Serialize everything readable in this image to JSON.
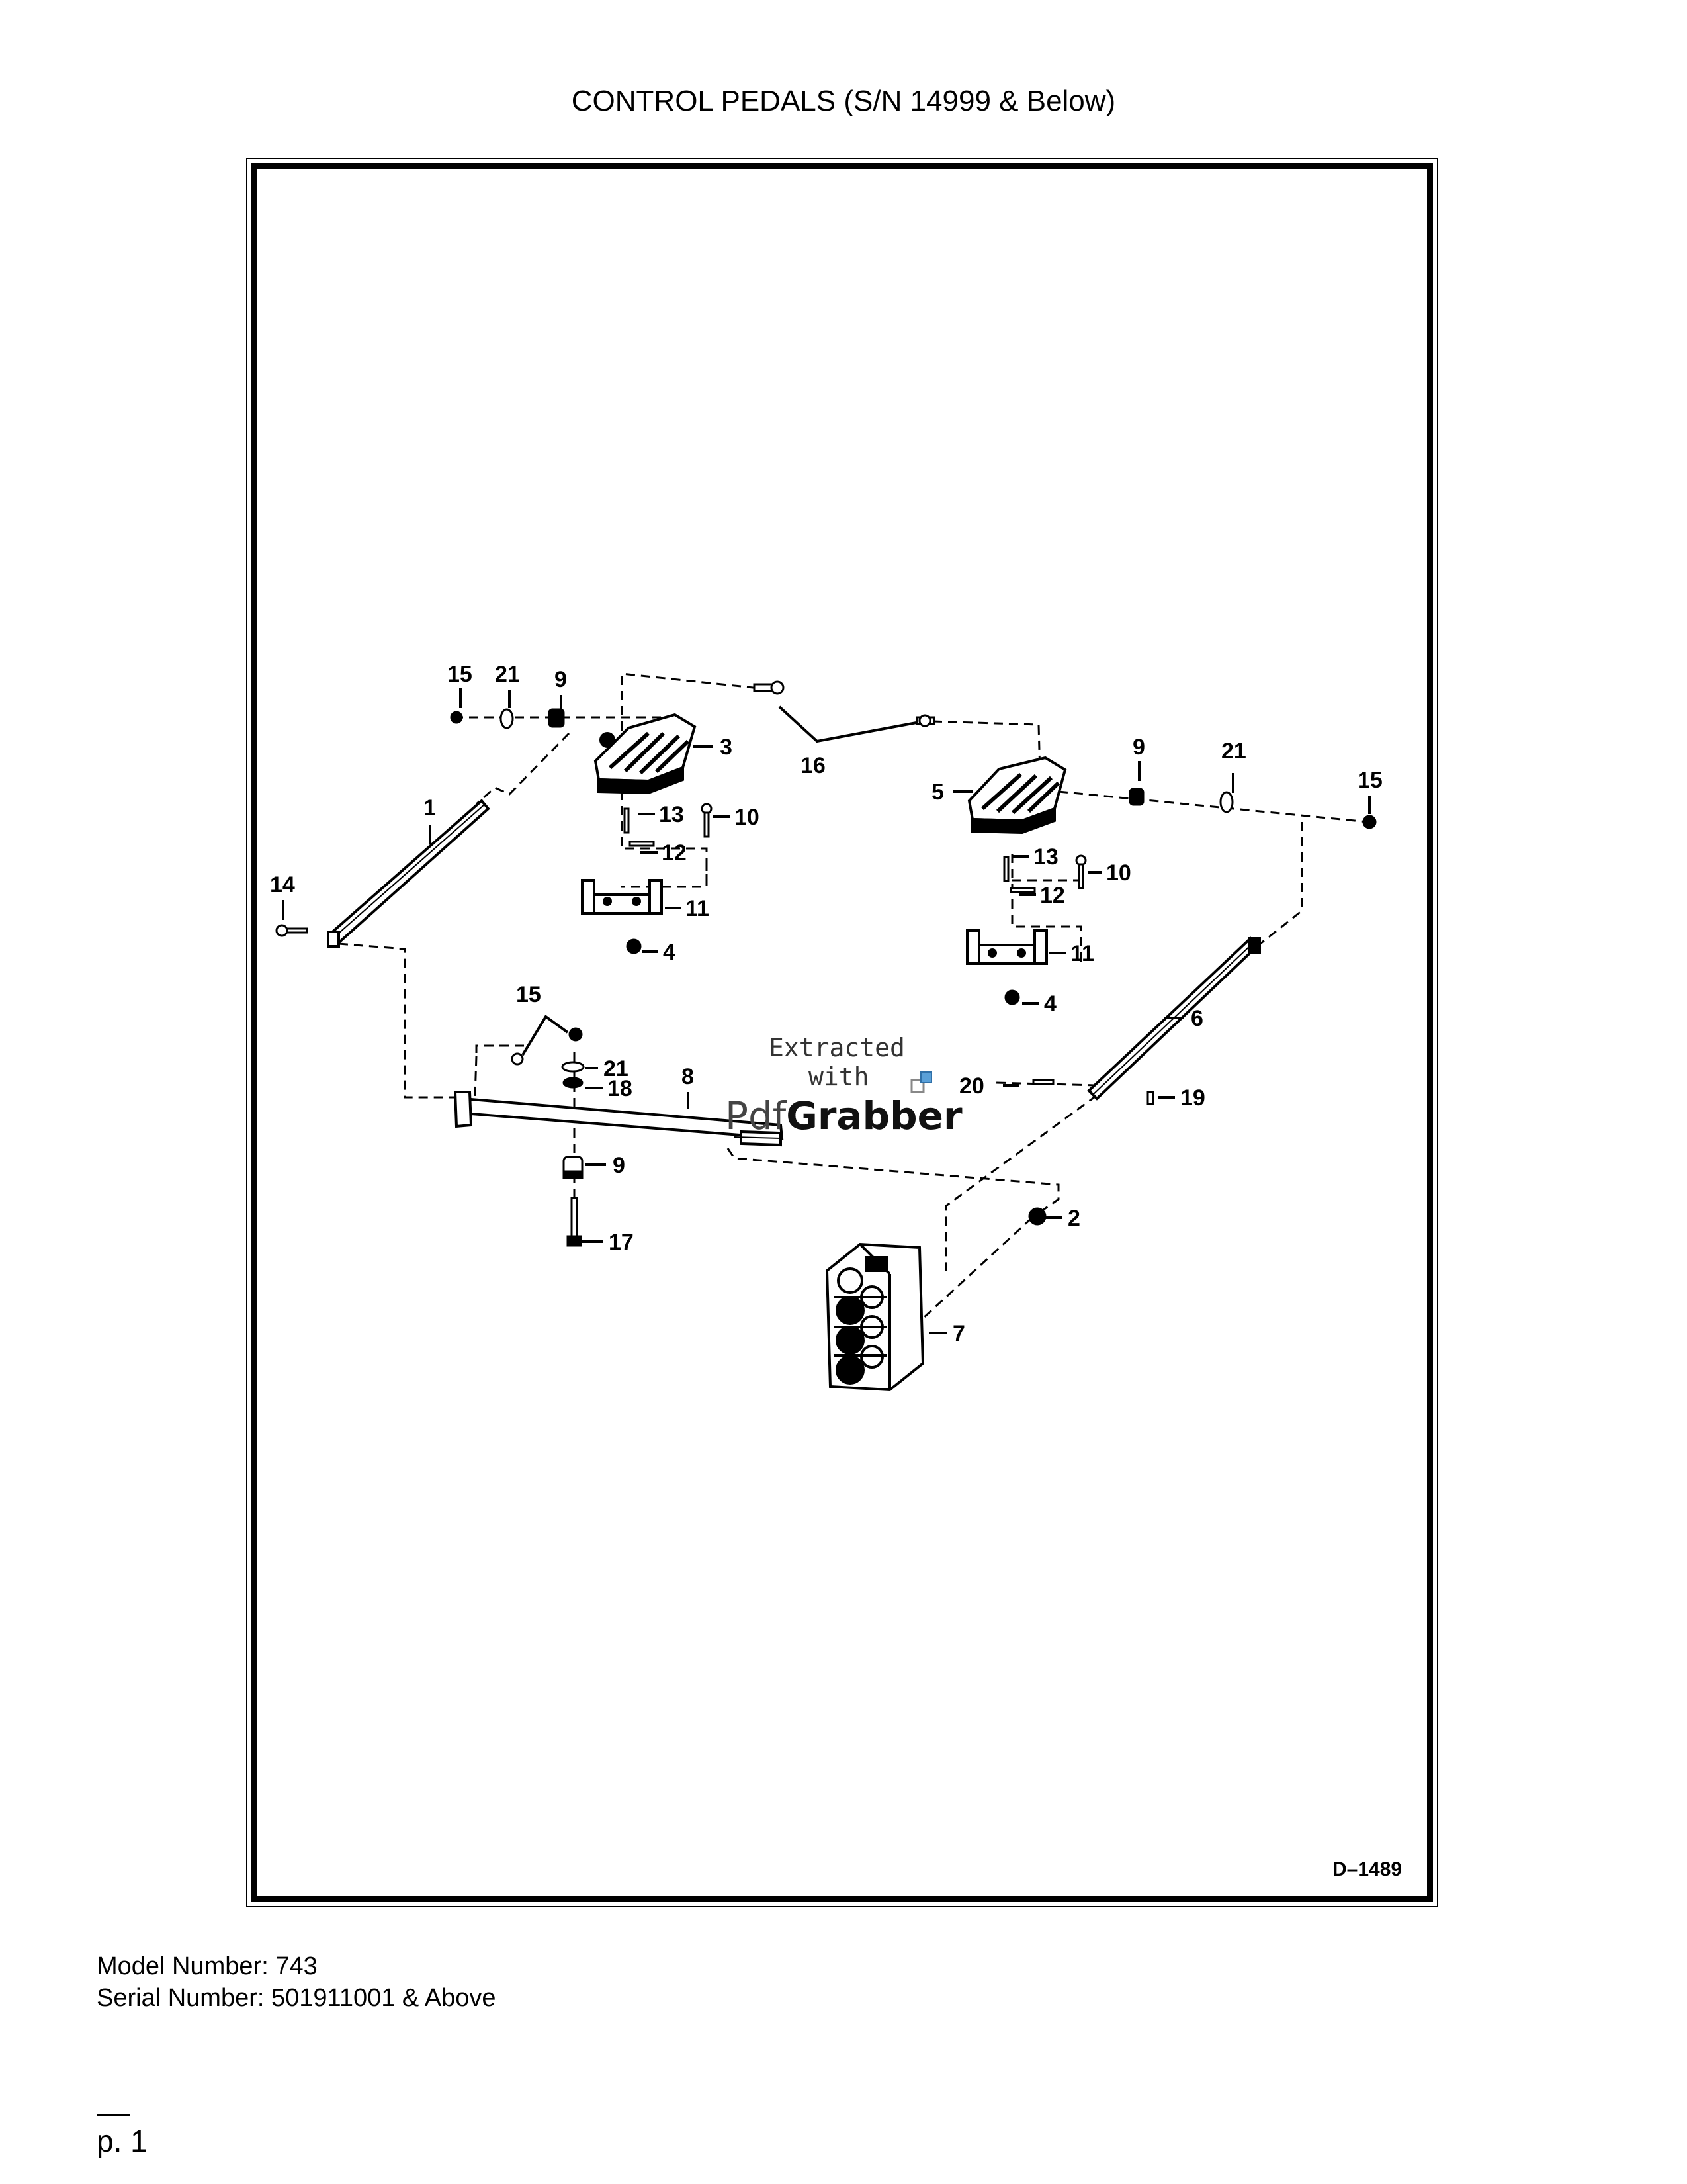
{
  "page": {
    "title": "CONTROL PEDALS (S/N 14999 & Below)",
    "drawing_id": "D–1489",
    "model_line": "Model Number: 743",
    "serial_line": "Serial Number: 501911001 & Above",
    "page_number": "p. 1"
  },
  "watermark": {
    "line1": "Extracted",
    "line2": "with",
    "brand_part1": "Pdf",
    "brand_part2": "Grabber"
  },
  "callouts": {
    "c1": "1",
    "c2": "2",
    "c3": "3",
    "c4a": "4",
    "c4b": "4",
    "c5": "5",
    "c6": "6",
    "c7": "7",
    "c8": "8",
    "c9a": "9",
    "c9b": "9",
    "c9c": "9",
    "c10a": "10",
    "c10b": "10",
    "c11a": "11",
    "c11b": "11",
    "c12a": "12",
    "c12b": "12",
    "c13a": "13",
    "c13b": "13",
    "c14": "14",
    "c15a": "15",
    "c15b": "15",
    "c15c": "15",
    "c16": "16",
    "c17": "17",
    "c18": "18",
    "c19": "19",
    "c20": "20",
    "c21a": "21",
    "c21b": "21",
    "c21c": "21"
  }
}
